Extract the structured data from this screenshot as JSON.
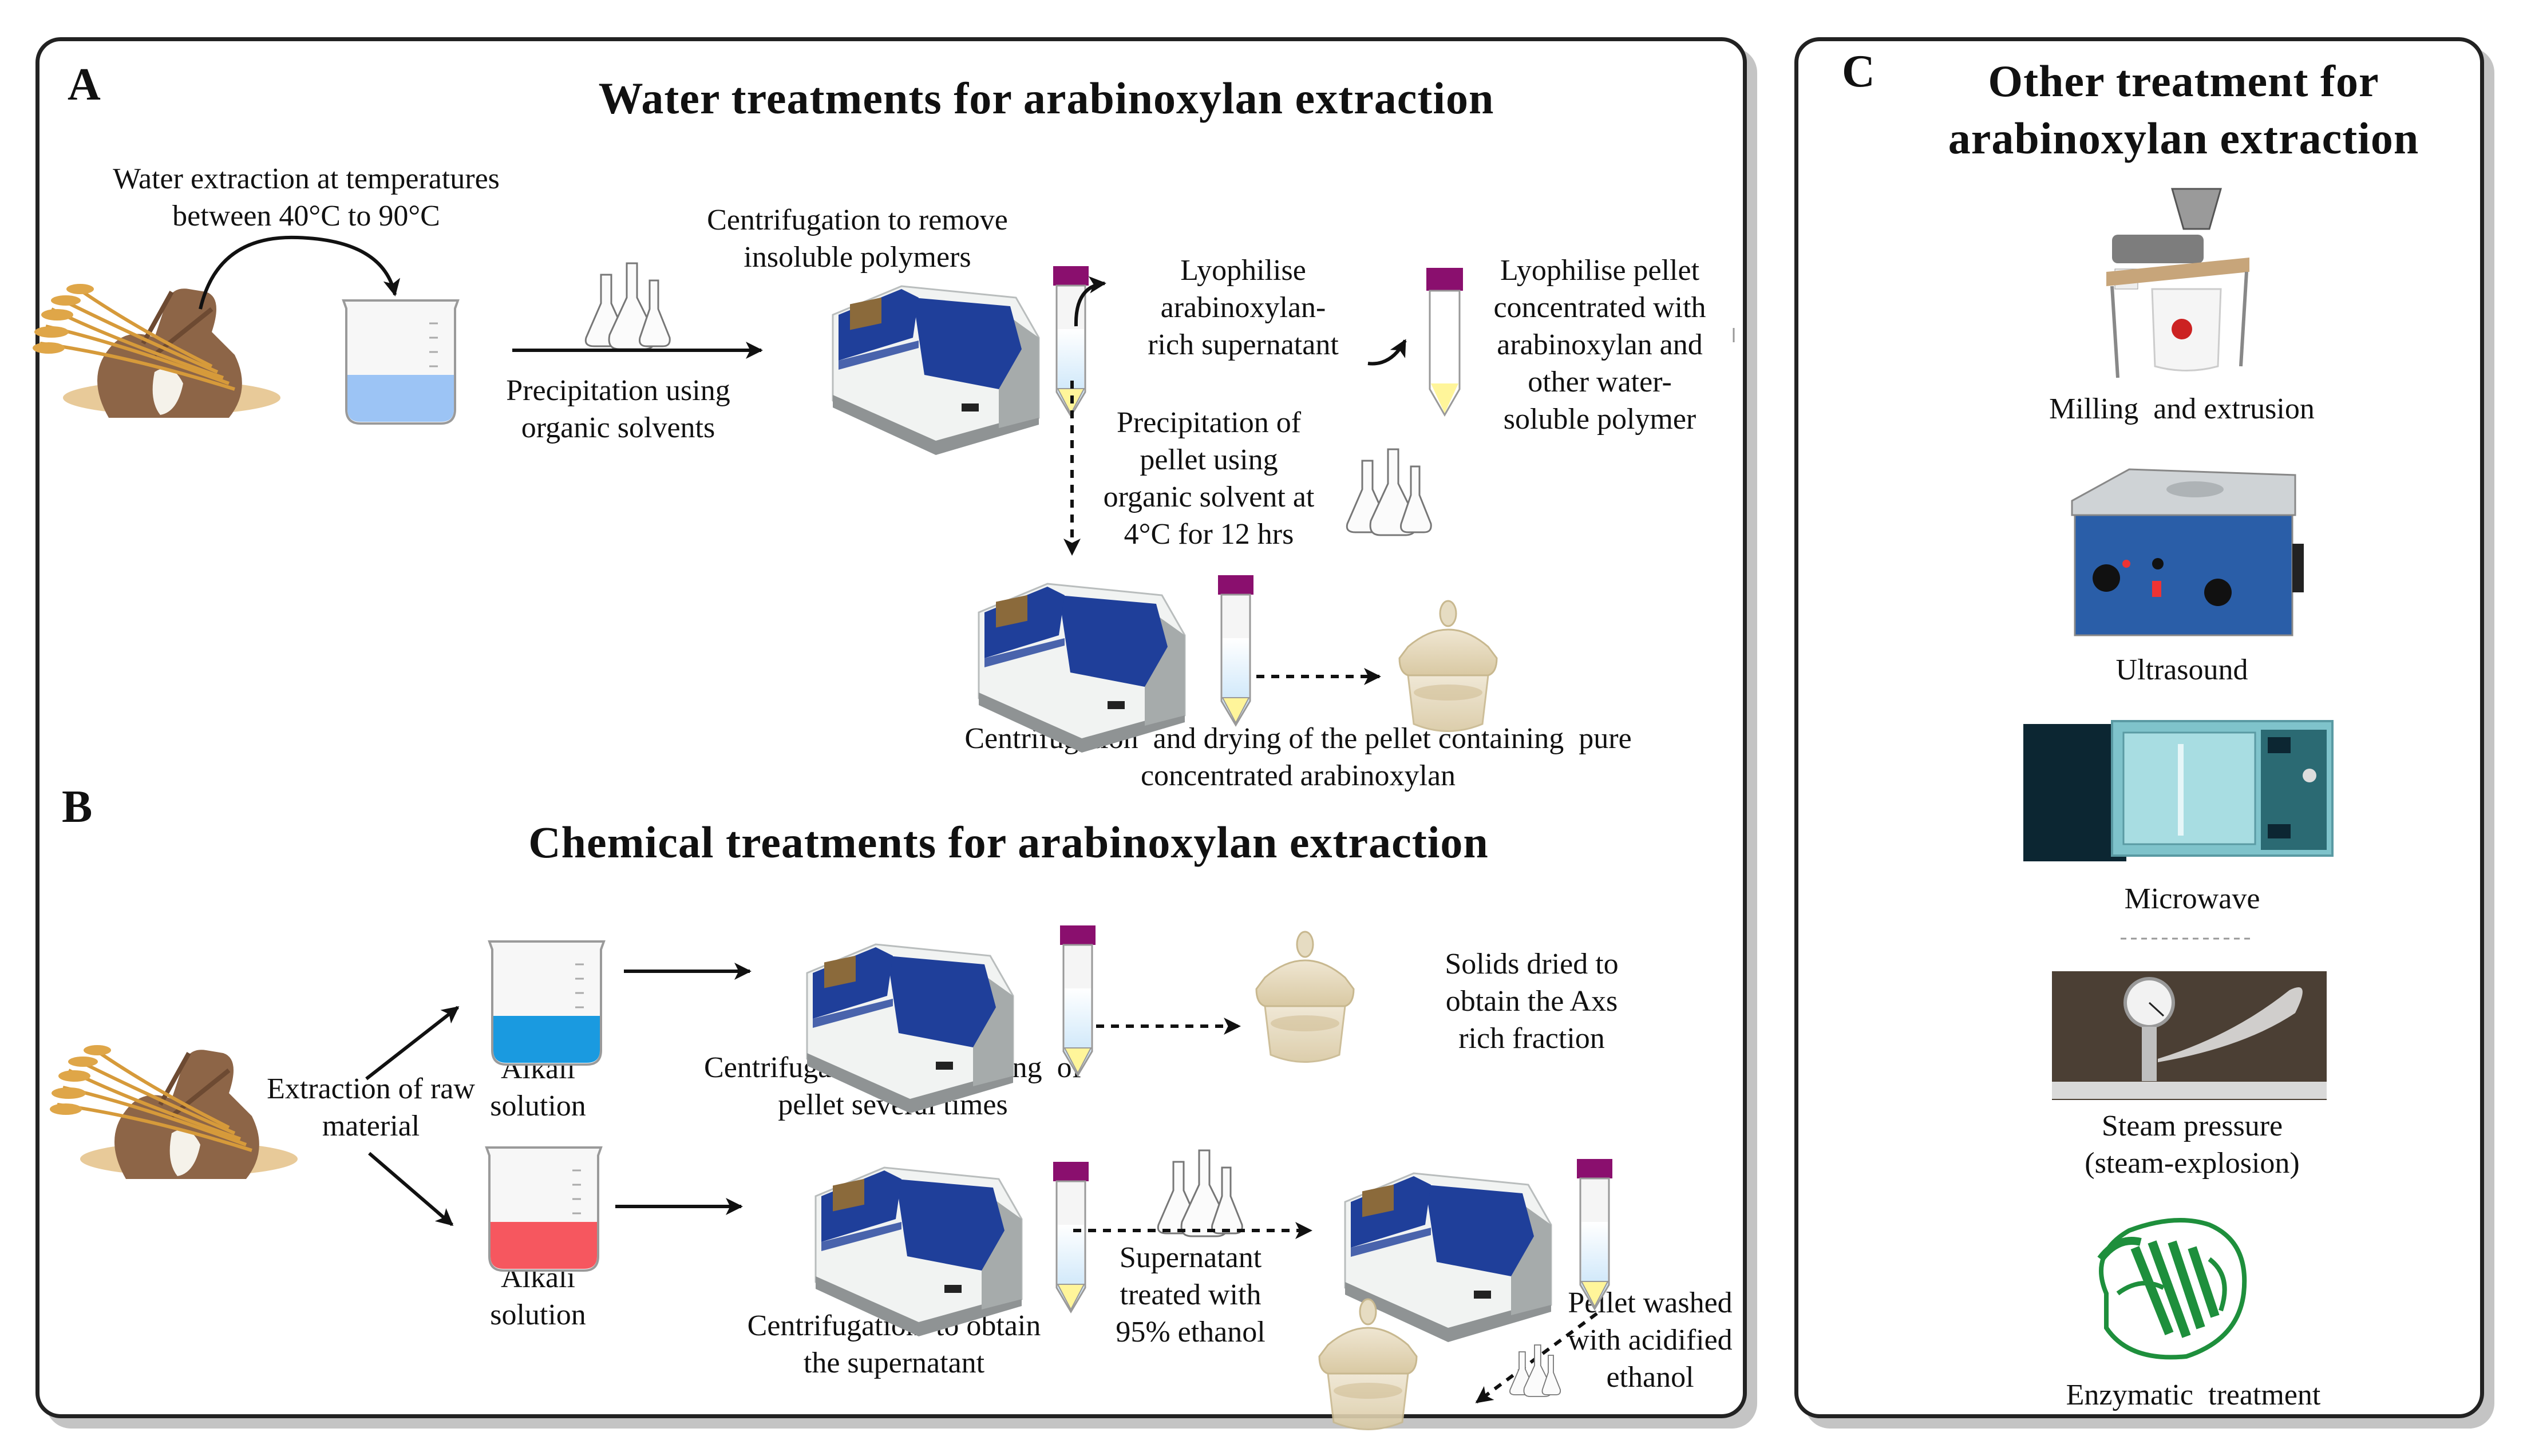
{
  "panel_a": {
    "letter": "A",
    "title": "Water treatments for arabinoxylan extraction",
    "steps": {
      "water_extraction": [
        "Water extraction at temperatures",
        "between 40°C to 90°C"
      ],
      "precipitation_solvents": [
        "Precipitation using",
        "organic solvents"
      ],
      "centrifugation_remove": [
        "Centrifugation to remove",
        "insoluble polymers"
      ],
      "lyophilise_supernatant": [
        "Lyophilise",
        "arabinoxylan-",
        "rich supernatant"
      ],
      "lyophilise_pellet": [
        "Lyophilise pellet",
        "concentrated with",
        "arabinoxylan and",
        "other water-",
        "soluble polymer"
      ],
      "precipitation_pellet": [
        "Precipitation of",
        "pellet using",
        "organic solvent at",
        "4°C for 12 hrs"
      ],
      "centrifugation_drying": [
        "Centrifugation  and drying of the pellet containing  pure",
        "concentrated arabinoxylan"
      ]
    }
  },
  "panel_b": {
    "letter": "B",
    "title": "Chemical treatments for arabinoxylan extraction",
    "steps": {
      "extraction_raw": [
        "Extraction of raw",
        "material"
      ],
      "alkali_top": [
        "Alkali",
        "solution"
      ],
      "alkali_bottom": [
        "Alkali",
        "solution"
      ],
      "centrifugation_washing": [
        "Centrifugation  and washing  of",
        "pellet several times"
      ],
      "solids_dried": [
        "Solids dried to",
        "obtain the Axs",
        "rich fraction"
      ],
      "centrifugation_obtain": [
        "Centrifugation  to obtain",
        "the supernatant"
      ],
      "supernatant_treated": [
        "Supernatant",
        "treated with",
        "95% ethanol"
      ],
      "pellet_washed": [
        "Pellet washed",
        "with acidified",
        "ethanol"
      ]
    }
  },
  "panel_c": {
    "letter": "C",
    "title": [
      "Other treatment for",
      "arabinoxylan extraction"
    ],
    "items": [
      {
        "label": [
          "Milling  and extrusion"
        ],
        "icon": "mill-extruder-icon"
      },
      {
        "label": [
          "Ultrasound"
        ],
        "icon": "ultrasonic-bath-icon"
      },
      {
        "label": [
          "Microwave"
        ],
        "icon": "microwave-icon"
      },
      {
        "label": [
          "Steam pressure",
          "(steam-explosion)"
        ],
        "icon": "steam-gauge-icon"
      },
      {
        "label": [
          "Enzymatic  treatment"
        ],
        "icon": "enzyme-protein-icon"
      }
    ]
  },
  "colors": {
    "water_beaker": "#9cc4f5",
    "alkali_blue": "#1a9ae0",
    "alkali_red": "#f6575f",
    "tube_cap": "#8a0f6e",
    "pellet_yellow": "#fff59a",
    "centrifuge_blue": "#1f3f9a",
    "enzyme_green": "#1e8f3c"
  }
}
